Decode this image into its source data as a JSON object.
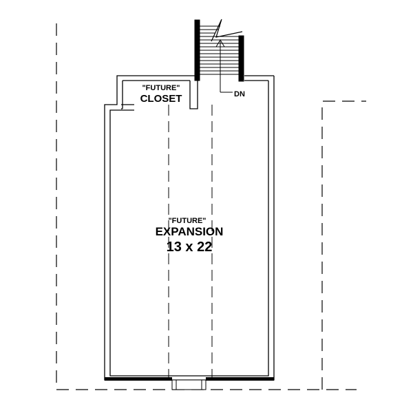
{
  "rooms": {
    "closet": {
      "qualifier": "\"FUTURE\"",
      "name": "CLOSET"
    },
    "expansion": {
      "qualifier": "\"FUTURE\"",
      "name": "EXPANSION",
      "size": "13 x 22"
    }
  },
  "stair": {
    "direction_label": "DN"
  },
  "colors": {
    "line": "#000000",
    "background": "#ffffff"
  }
}
